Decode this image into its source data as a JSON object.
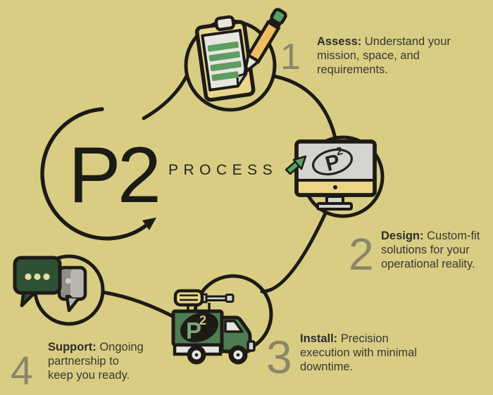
{
  "title": "P2 Process infographic",
  "background_color": "#d9cd84",
  "palette": {
    "outline_black": "#1d1b15",
    "leaf_green": "#5b9e60",
    "cursor_green": "#58a163",
    "truck_green": "#4f7d53",
    "bubble_dark_green": "#2e5134",
    "board_tan": "#e9d68d",
    "chin_tan": "#ecd584",
    "paper_white": "#e8e6e0",
    "screen_gray": "#d4d3ce",
    "gray_bubble": "#b8b6b1",
    "logo_gold": "#d9c573",
    "number_gray": "#8b8669",
    "text_dark": "#393831"
  },
  "logo": {
    "monogram": "P2",
    "wordmark": "PROCESS"
  },
  "steps": [
    {
      "number": "1",
      "label": "Assess:",
      "line1": "Understand your",
      "line2": "mission, space, and",
      "line3": "requirements.",
      "icon": "clipboard-pencil-icon"
    },
    {
      "number": "2",
      "label": "Design:",
      "line1": "Custom-fit",
      "line2": "solutions for your",
      "line3": "operational reality.",
      "icon": "monitor-cursor-icon"
    },
    {
      "number": "3",
      "label": "Install:",
      "line1": "Precision",
      "line2": "execution with minimal",
      "line3": "downtime.",
      "icon": "truck-screwdriver-icon"
    },
    {
      "number": "4",
      "label": "Support:",
      "line1": "Ongoing",
      "line2": "partnership to",
      "line3": "keep you ready.",
      "icon": "chat-bubbles-icon"
    }
  ],
  "monitor_logo": {
    "p": "P",
    "exponent": "2"
  },
  "truck_logo": {
    "p": "P",
    "exponent": "2"
  }
}
